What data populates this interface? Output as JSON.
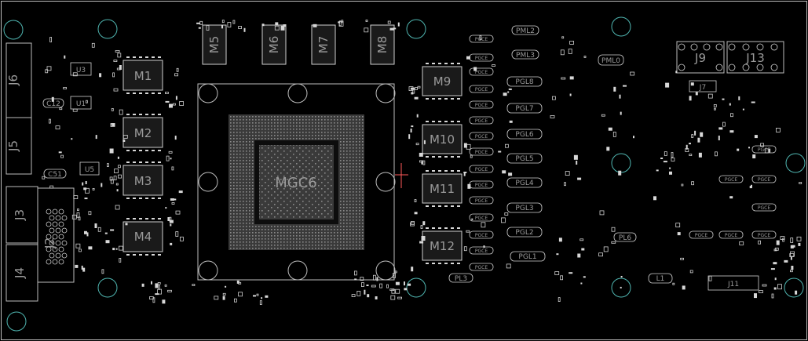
{
  "board": {
    "gpu_label": "MGC6",
    "memory_chips": [
      "M1",
      "M2",
      "M3",
      "M4",
      "M5",
      "M6",
      "M7",
      "M8",
      "M9",
      "M10",
      "M11",
      "M12"
    ],
    "left_connectors": [
      "J6",
      "J5",
      "J3",
      "J4",
      "J2"
    ],
    "left_parts": [
      "U3",
      "U1",
      "U5",
      "C12",
      "C51"
    ],
    "right_connectors": [
      "J9",
      "J13",
      "J7",
      "J11"
    ],
    "pgl_parts": [
      "PML2",
      "PML3",
      "PGL8",
      "PGL7",
      "PGL6",
      "PGL5",
      "PGL4",
      "PGL3",
      "PGL2",
      "PGL1",
      "PL3",
      "PML0",
      "L1",
      "PL6"
    ],
    "small_part_label": "PGCE"
  }
}
